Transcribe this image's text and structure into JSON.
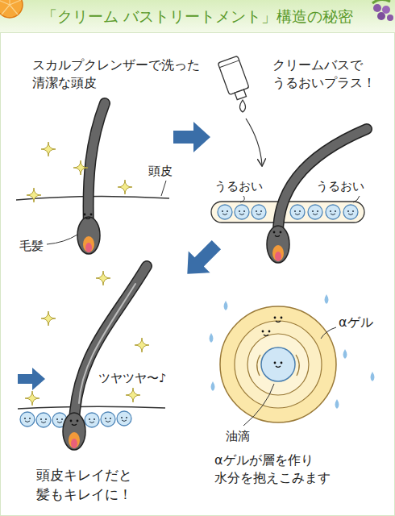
{
  "diagram": {
    "title": "「クリーム バストリートメント」構造の秘密",
    "labels": [
      "スカルプクレンザーで洗った 清潔な頭皮",
      "頭皮",
      "毛髪",
      "クリームバスで うるおいプラス！",
      "うるおい",
      "うるおい",
      "ツヤツヤ〜♪",
      "頭皮キレイだと 髪もキレイに！",
      "αゲル",
      "油滴",
      "αゲルが層を作り 水分を抱えこみます"
    ]
  }
}
